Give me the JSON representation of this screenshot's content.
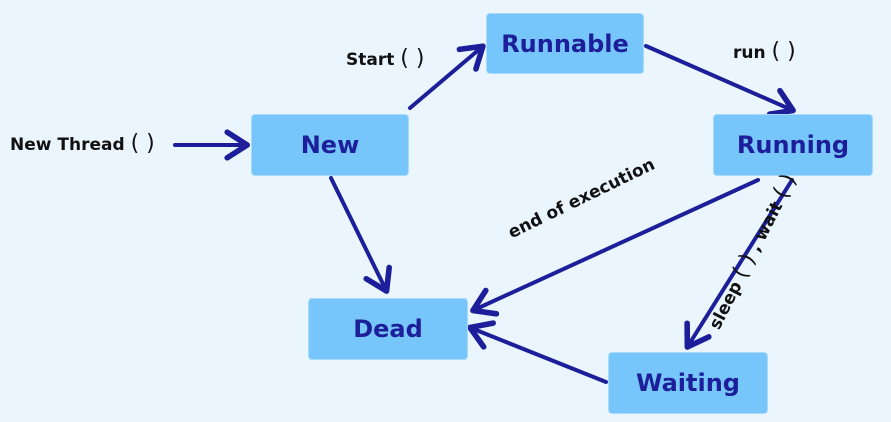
{
  "colors": {
    "background": "#eaf5fd",
    "box_fill": "#76c6fb",
    "box_text": "#1d1f9a",
    "arrow": "#1d1f9a",
    "label_text": "#111111"
  },
  "states": {
    "new": "New",
    "runnable": "Runnable",
    "running": "Running",
    "waiting": "Waiting",
    "dead": "Dead"
  },
  "transitions": {
    "new_thread": {
      "text": "New Thread",
      "parens": "( )"
    },
    "start": {
      "text": "Start",
      "parens": "( )"
    },
    "run": {
      "text": "run",
      "parens": "( )"
    },
    "end_of_execution": "end of execution",
    "sleep_wait": {
      "sleep": "sleep",
      "sep": ", wait",
      "parens": "( )"
    }
  }
}
